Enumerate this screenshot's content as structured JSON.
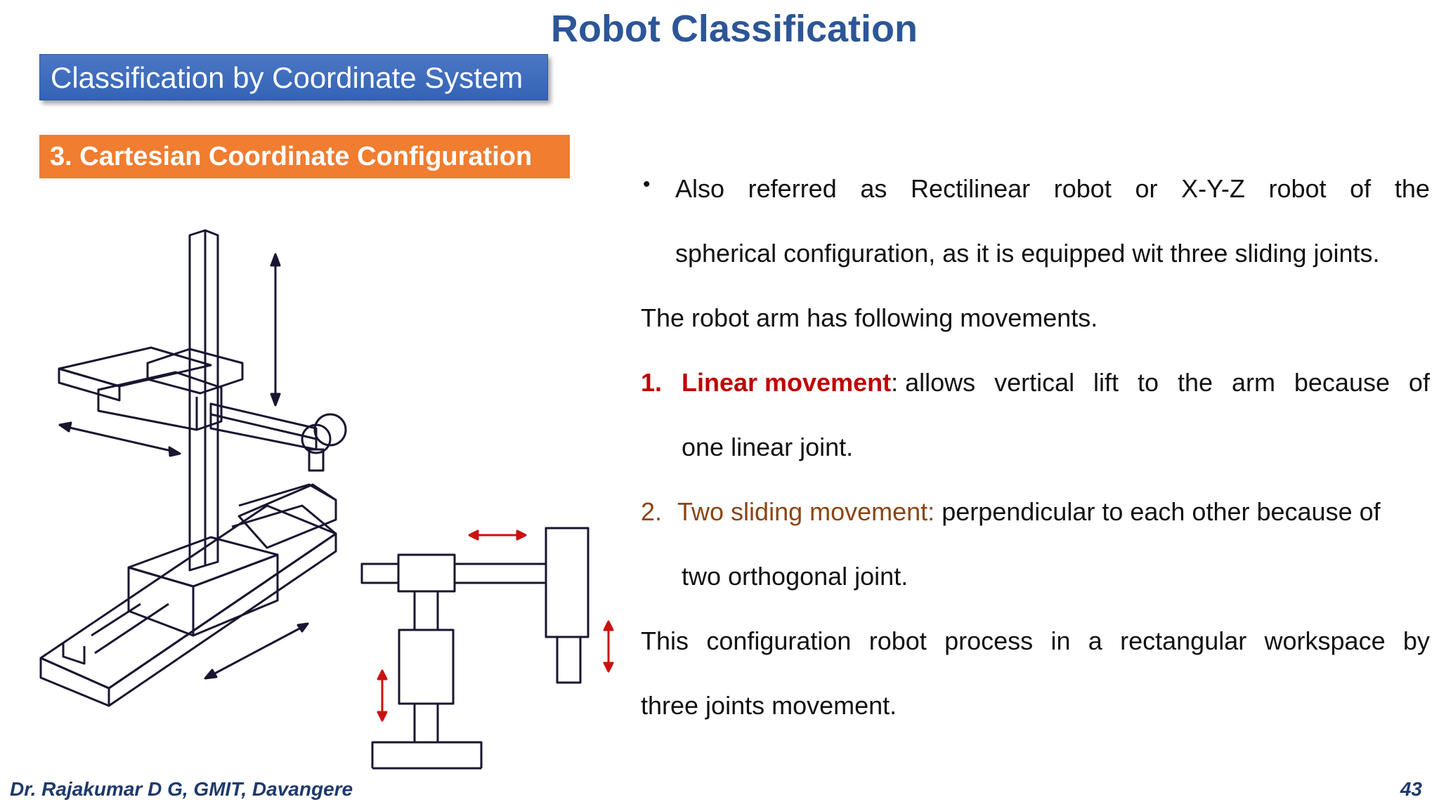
{
  "slide": {
    "title": "Robot Classification",
    "section": "Classification by Coordinate System",
    "subsection": "3. Cartesian Coordinate Configuration",
    "page_number": "43",
    "footer": "Dr. Rajakumar D G, GMIT, Davangere"
  },
  "bullet": {
    "line1_words": [
      "Also",
      "referred",
      "as",
      "Rectilinear",
      "robot",
      "or",
      "X-Y-Z",
      "robot",
      "of",
      "the"
    ],
    "line2": "spherical configuration, as it is equipped wit three sliding joints."
  },
  "intro": "The robot arm has following movements.",
  "items": [
    {
      "number": "1.",
      "label": "Linear movement",
      "line1_words": [
        ": allows",
        "vertical",
        "lift",
        "to",
        "the",
        "arm",
        "because",
        "of"
      ],
      "line2": "one linear joint."
    },
    {
      "number": "2.",
      "label": "Two sliding movement:",
      "line1_rest": " perpendicular to each other because of",
      "line2": "two orthogonal joint."
    }
  ],
  "closing": {
    "line1_words": [
      "This",
      "configuration",
      "robot",
      "process",
      "in",
      "a",
      "rectangular",
      "workspace",
      "by"
    ],
    "line2": "three joints movement."
  },
  "colors": {
    "title": "#2c5697",
    "section_box": "#3463b6",
    "subsection_box": "#f07d30",
    "item1": "#c00000",
    "item2": "#8b4513",
    "arrows_small": "#cc1111"
  }
}
